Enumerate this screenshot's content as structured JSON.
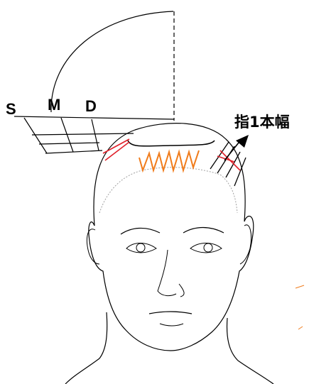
{
  "labels": {
    "s": "S",
    "m": "M",
    "d": "D",
    "finger_width": "指1本幅"
  },
  "colors": {
    "line": "#000000",
    "orange_zigzag": "#f07c1c",
    "red_guide": "#e0202a",
    "dotted": "#a0a0a0"
  }
}
